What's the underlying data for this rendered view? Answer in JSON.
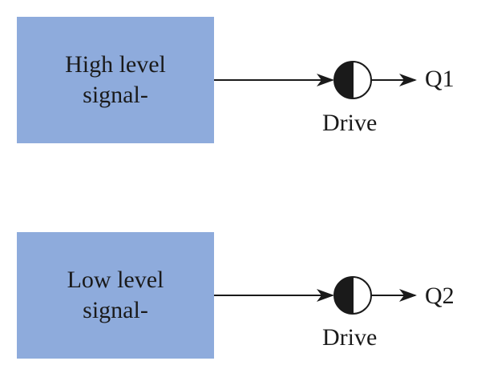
{
  "rows": [
    {
      "box_line1": "High level",
      "box_line2": "signal-",
      "drive_label": "Drive",
      "output_label": "Q1"
    },
    {
      "box_line1": "Low level",
      "box_line2": "signal-",
      "drive_label": "Drive",
      "output_label": "Q2"
    }
  ],
  "colors": {
    "box_fill": "#8eabdc",
    "line": "#1a1a1a"
  },
  "icons": {
    "drive_symbol": "half-filled-circle-icon"
  }
}
